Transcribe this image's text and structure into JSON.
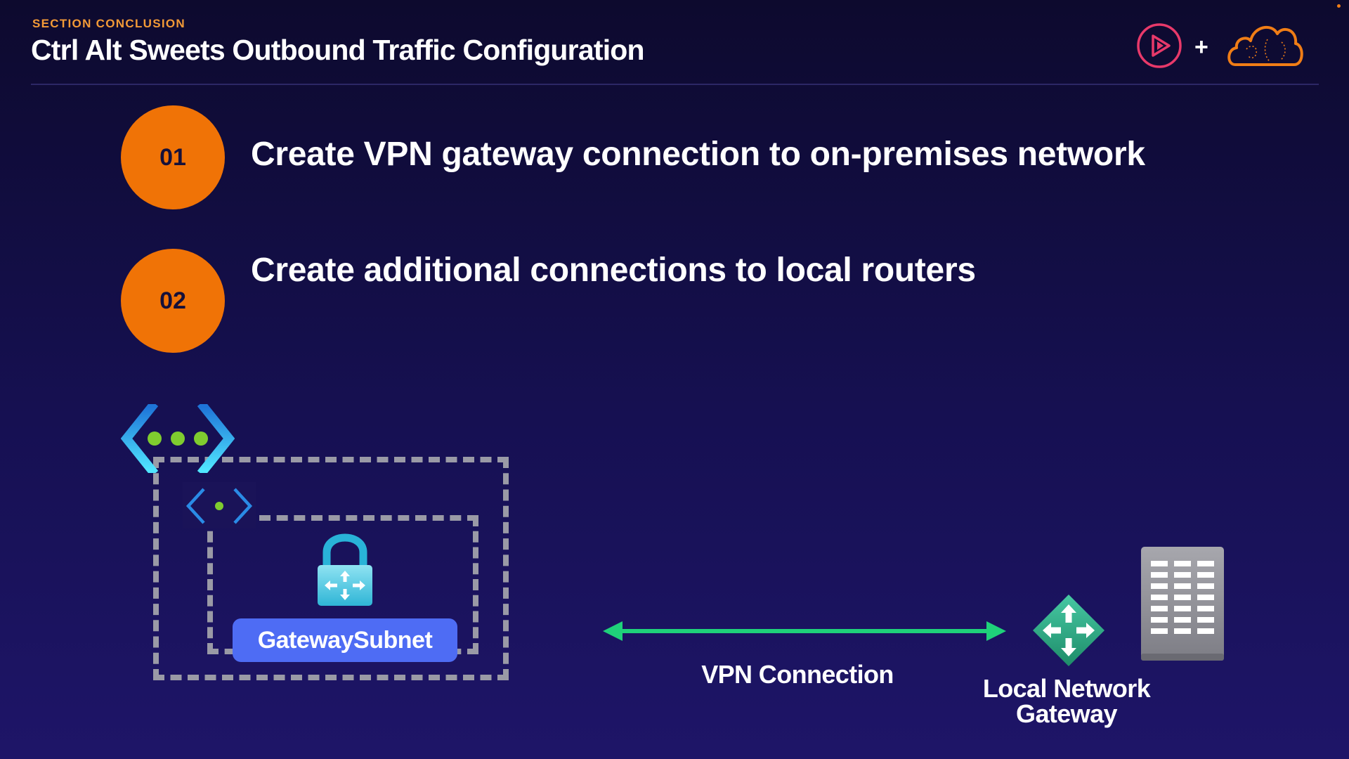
{
  "header": {
    "section_label": "SECTION CONCLUSION",
    "title": "Ctrl Alt Sweets Outbound Traffic Configuration",
    "logo_separator": "+"
  },
  "steps": [
    {
      "number": "01",
      "text": "Create VPN gateway connection to on-premises network"
    },
    {
      "number": "02",
      "text": "Create additional connections to local routers"
    }
  ],
  "diagram": {
    "subnet_label": "GatewaySubnet",
    "connection_label": "VPN Connection",
    "gateway_label_line1": "Local Network",
    "gateway_label_line2": "Gateway",
    "icons": {
      "virtual_network": "virtual-network-icon",
      "subnet": "subnet-icon",
      "vpn_gateway": "vpn-gateway-lock-icon",
      "local_gateway": "local-network-gateway-icon",
      "on_prem": "on-premises-building-icon"
    }
  },
  "colors": {
    "accent_orange": "#f07306",
    "section_label": "#f39a37",
    "arrow_green": "#1fd17a",
    "subnet_blue": "#4e6cf4",
    "play_logo": "#e8396a"
  }
}
